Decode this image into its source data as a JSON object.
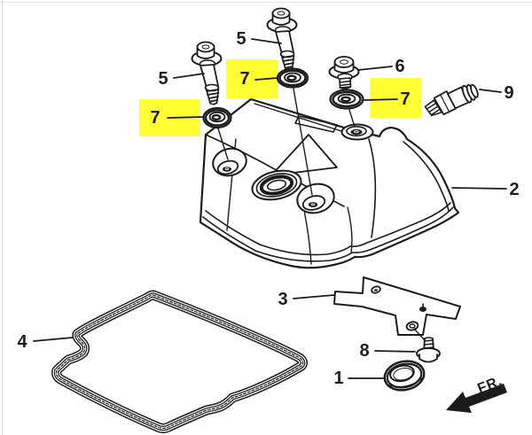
{
  "colors": {
    "line": "#1c1c1c",
    "highlight": "#ffff33",
    "paper": "#ffffff"
  },
  "direction_indicator": {
    "label": "FR."
  },
  "callouts": {
    "c1": {
      "number": "1",
      "highlighted": false
    },
    "c2": {
      "number": "2",
      "highlighted": false
    },
    "c3": {
      "number": "3",
      "highlighted": false
    },
    "c4": {
      "number": "4",
      "highlighted": false
    },
    "c5_top": {
      "number": "5",
      "highlighted": false
    },
    "c5_left": {
      "number": "5",
      "highlighted": false
    },
    "c6": {
      "number": "6",
      "highlighted": false
    },
    "c7_left": {
      "number": "7",
      "highlighted": true
    },
    "c7_mid": {
      "number": "7",
      "highlighted": true
    },
    "c7_right": {
      "number": "7",
      "highlighted": true
    },
    "c8": {
      "number": "8",
      "highlighted": false
    },
    "c9": {
      "number": "9",
      "highlighted": false
    }
  }
}
